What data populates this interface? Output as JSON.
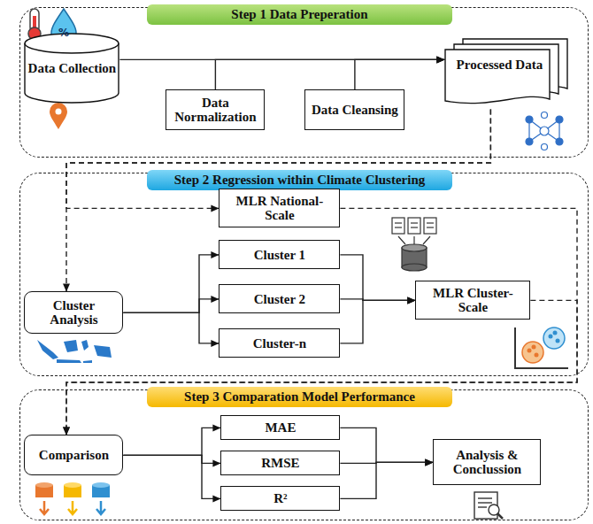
{
  "diagram": {
    "nodes": [
      {
        "text": [
          "Step 1 Data Preperation"
        ]
      },
      {
        "text": [
          "Data Collection"
        ],
        "in": 0
      },
      {
        "text": [
          "Data Normalization"
        ],
        "in": 0
      },
      {
        "text": [
          "Data Cleansing"
        ],
        "in": 0
      },
      {
        "text": [
          "Processed Data"
        ],
        "in": 0
      },
      {
        "text": [
          "Step 2 Regression within Climate Clustering"
        ]
      },
      {
        "text": [
          "MLR National-Scale"
        ],
        "in": 5
      },
      {
        "text": [
          "Cluster Analysis"
        ],
        "in": 5
      },
      {
        "text": [
          "Cluster 1"
        ],
        "in": 5
      },
      {
        "text": [
          "Cluster 2"
        ],
        "in": 5
      },
      {
        "text": [
          "Cluster-n"
        ],
        "in": 5
      },
      {
        "text": [
          "MLR Cluster-Scale"
        ],
        "in": 5
      },
      {
        "text": [
          "Step 3 Comparation Model Performance"
        ]
      },
      {
        "text": [
          "Comparison"
        ],
        "in": 12
      },
      {
        "text": [
          "MAE"
        ],
        "in": 12
      },
      {
        "text": [
          "RMSE"
        ],
        "in": 12
      },
      {
        "text": [
          "R²"
        ],
        "in": 12
      },
      {
        "text": [
          "Analysis & Conclussion"
        ],
        "in": 12
      }
    ],
    "edges": [
      {
        "from": 1,
        "to": 4,
        "arrow": "to"
      },
      {
        "from": 2,
        "to": 4,
        "arrow": "to"
      },
      {
        "from": 3,
        "to": 4,
        "arrow": "to"
      },
      {
        "from": 4,
        "to": 7,
        "arrow": "to"
      },
      {
        "from": 4,
        "to": 6,
        "arrow": "to"
      },
      {
        "from": 7,
        "to": 8,
        "arrow": "to"
      },
      {
        "from": 7,
        "to": 9,
        "arrow": "to"
      },
      {
        "from": 7,
        "to": 10,
        "arrow": "to"
      },
      {
        "from": 8,
        "to": 11,
        "arrow": "to"
      },
      {
        "from": 9,
        "to": 11,
        "arrow": "to"
      },
      {
        "from": 10,
        "to": 11,
        "arrow": "to"
      },
      {
        "from": 6,
        "to": 13,
        "arrow": "to"
      },
      {
        "from": 11,
        "to": 13,
        "arrow": "to"
      },
      {
        "from": 13,
        "to": 14,
        "arrow": "to"
      },
      {
        "from": 13,
        "to": 15,
        "arrow": "to"
      },
      {
        "from": 13,
        "to": 16,
        "arrow": "to"
      },
      {
        "from": 14,
        "to": 17,
        "arrow": "to"
      },
      {
        "from": 15,
        "to": 17,
        "arrow": "to"
      },
      {
        "from": 16,
        "to": 17,
        "arrow": "to"
      }
    ],
    "labels": [
      "%"
    ]
  }
}
